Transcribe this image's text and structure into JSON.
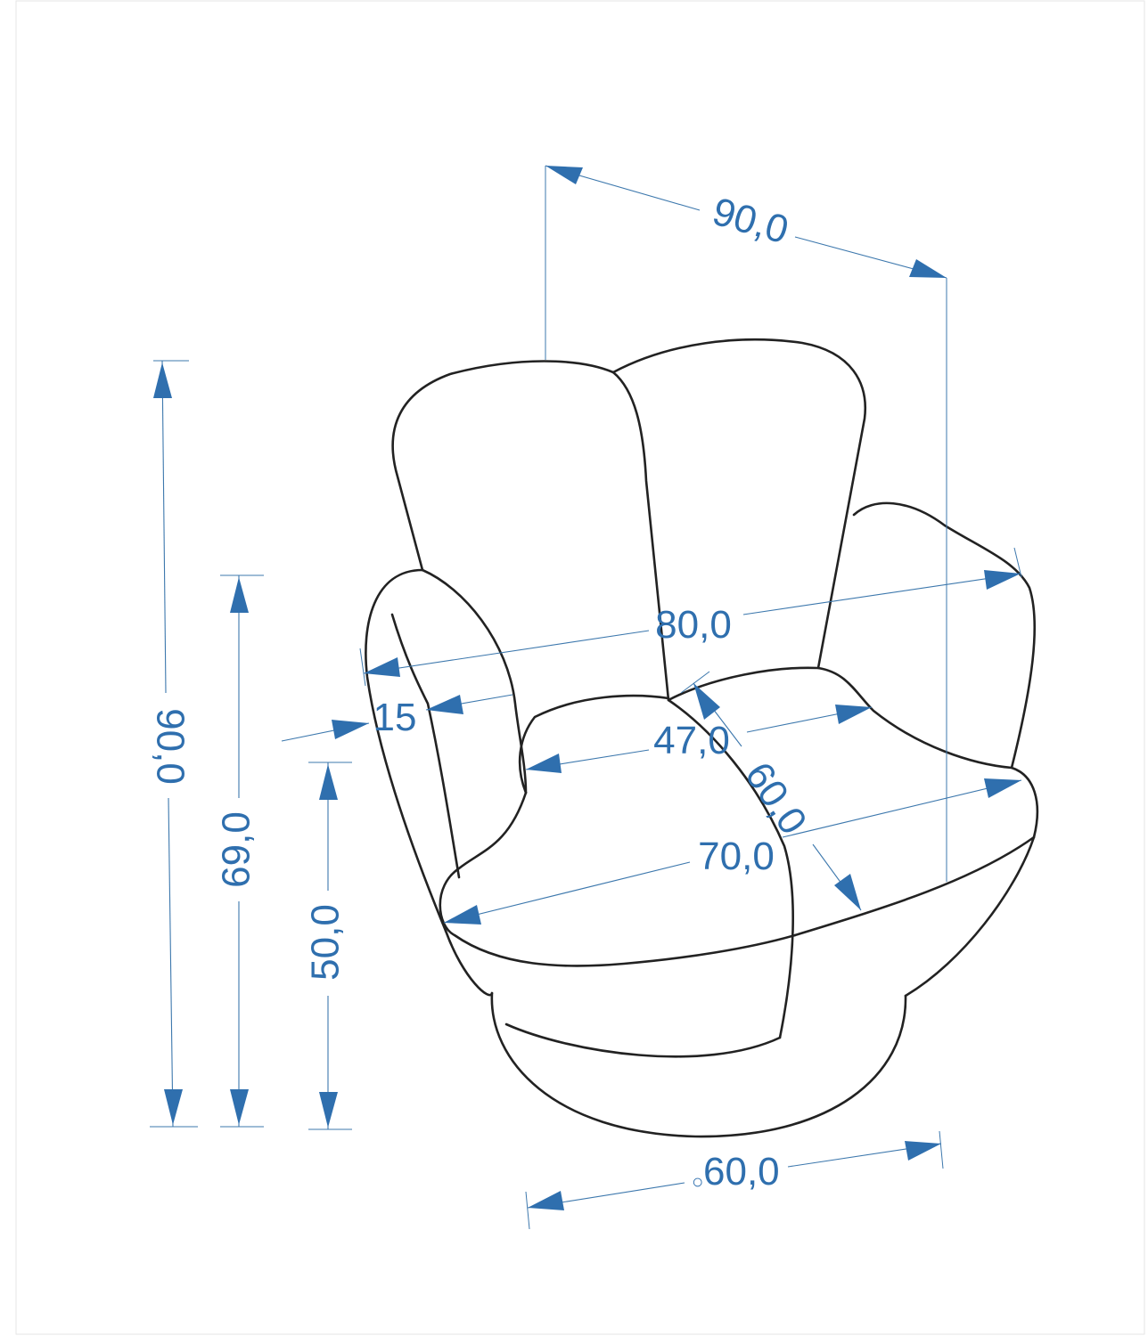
{
  "diagram": {
    "colors": {
      "outline": "#222222",
      "dimension": "#2f6fae",
      "background": "#ffffff"
    },
    "dimensions": [
      {
        "id": "width",
        "label": "90,0"
      },
      {
        "id": "height",
        "label": "90,0"
      },
      {
        "id": "armrest-height",
        "label": "69,0"
      },
      {
        "id": "seat-height",
        "label": "50,0"
      },
      {
        "id": "inner-width",
        "label": "80,0"
      },
      {
        "id": "armrest-width",
        "label": "15"
      },
      {
        "id": "seat-width",
        "label": "47,0"
      },
      {
        "id": "seat-depth",
        "label": "60,0"
      },
      {
        "id": "seat-front-width",
        "label": "70,0"
      },
      {
        "id": "base-diameter",
        "label": "60,0",
        "symbol": "○"
      }
    ]
  }
}
